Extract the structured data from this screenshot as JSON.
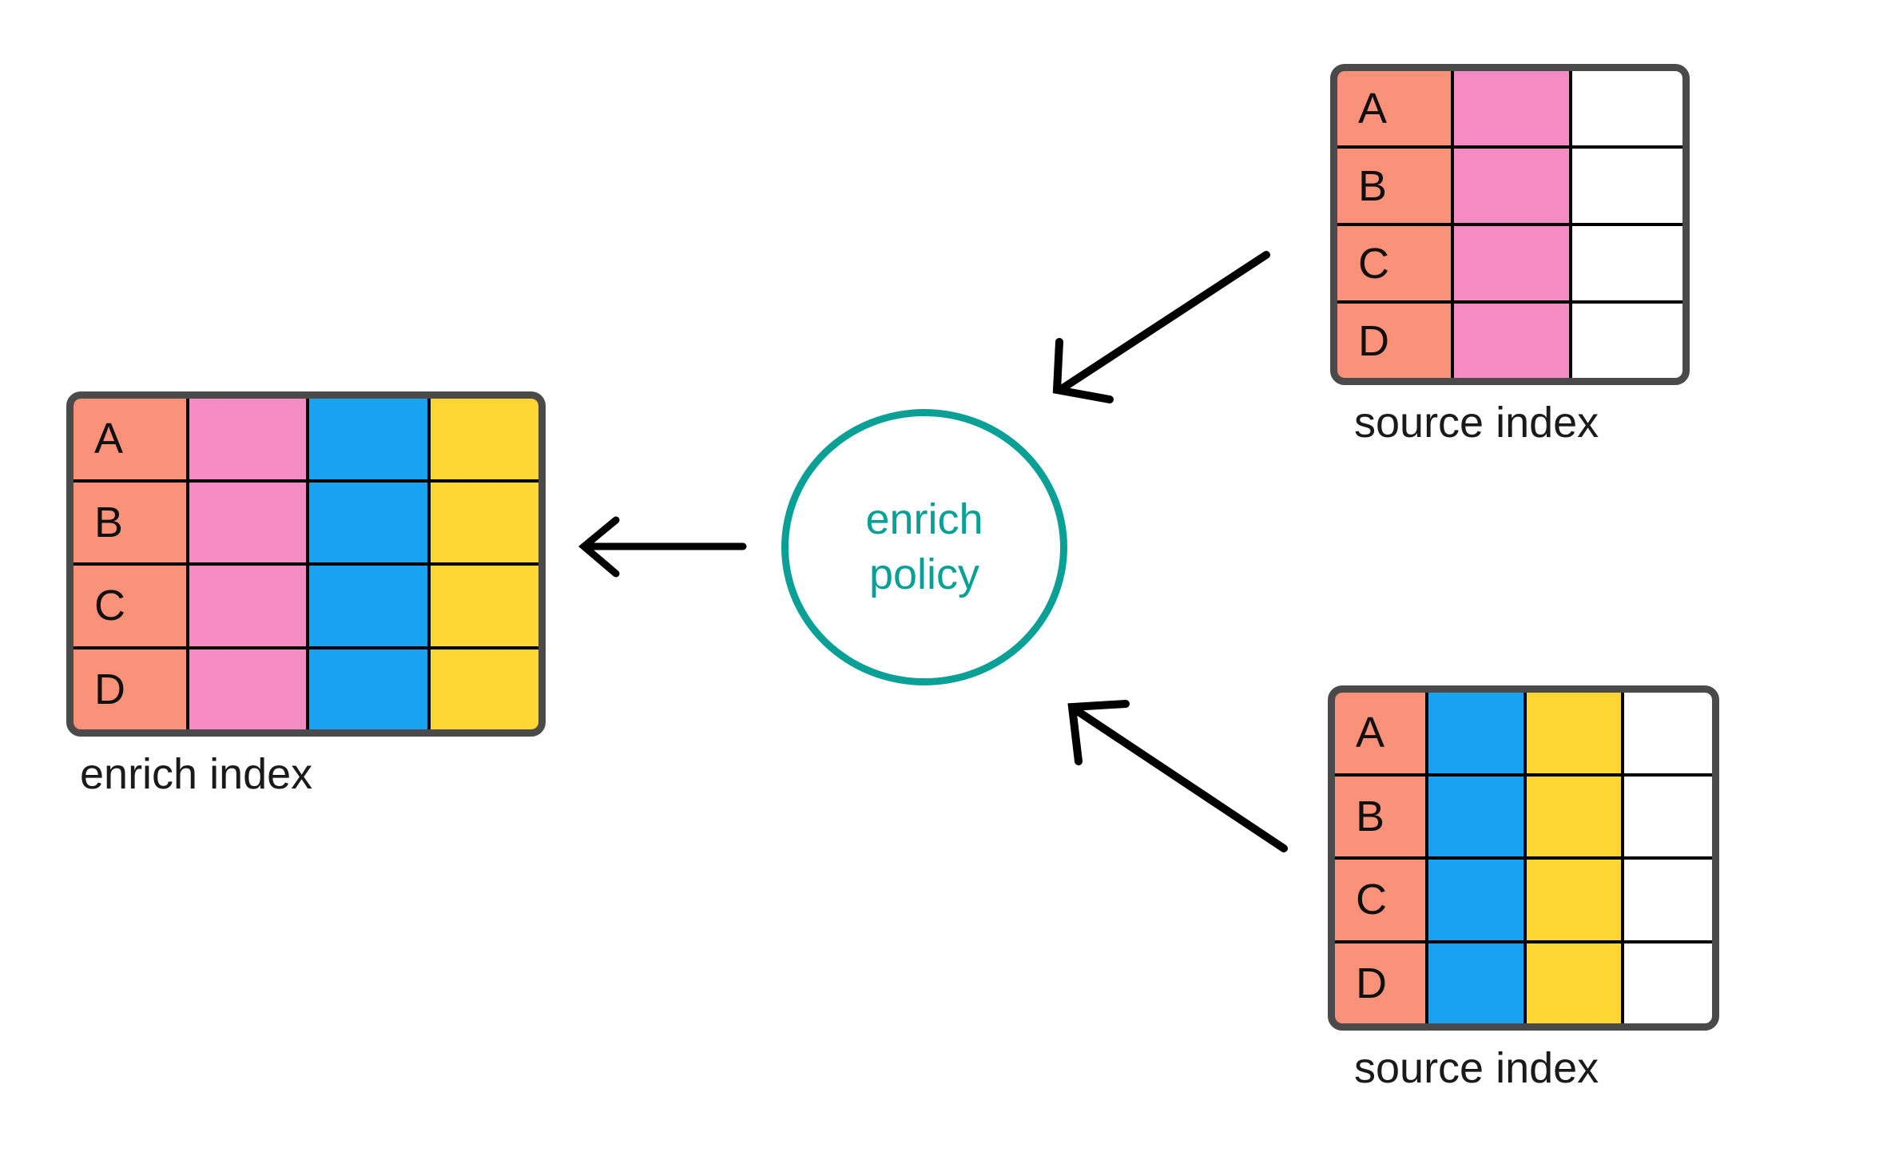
{
  "diagram": {
    "title_text_absent": true,
    "palette": {
      "key_column": "#fa9179",
      "pink_field": "#f58bc3",
      "blue_field": "#1ba1f2",
      "yellow_field": "#fdd634",
      "empty_field": "#ffffff",
      "table_border": "#4a4a4a",
      "grid_line": "#000000",
      "policy_accent": "#0aa096",
      "arrow": "#000000",
      "background": "#ffffff"
    },
    "tables": {
      "enrich_index": {
        "caption": "enrich index",
        "row_keys": [
          "A",
          "B",
          "C",
          "D"
        ],
        "columns": [
          "key",
          "pink_field",
          "blue_field",
          "yellow_field"
        ],
        "column_colors": [
          "#fa9179",
          "#f58bc3",
          "#1ba1f2",
          "#fdd634"
        ]
      },
      "source_index_top": {
        "caption": "source index",
        "row_keys": [
          "A",
          "B",
          "C",
          "D"
        ],
        "columns": [
          "key",
          "pink_field",
          "empty_field"
        ],
        "column_colors": [
          "#fa9179",
          "#f58bc3",
          "#ffffff"
        ]
      },
      "source_index_bottom": {
        "caption": "source index",
        "row_keys": [
          "A",
          "B",
          "C",
          "D"
        ],
        "columns": [
          "key",
          "blue_field",
          "yellow_field",
          "empty_field"
        ],
        "column_colors": [
          "#fa9179",
          "#1ba1f2",
          "#fdd634",
          "#ffffff"
        ]
      }
    },
    "policy": {
      "line1": "enrich",
      "line2": "policy"
    },
    "arrows": [
      {
        "name": "policy-to-enrich-index",
        "direction": "left"
      },
      {
        "name": "top-source-to-policy",
        "direction": "down-left"
      },
      {
        "name": "bottom-source-to-policy",
        "direction": "up-left"
      }
    ]
  }
}
